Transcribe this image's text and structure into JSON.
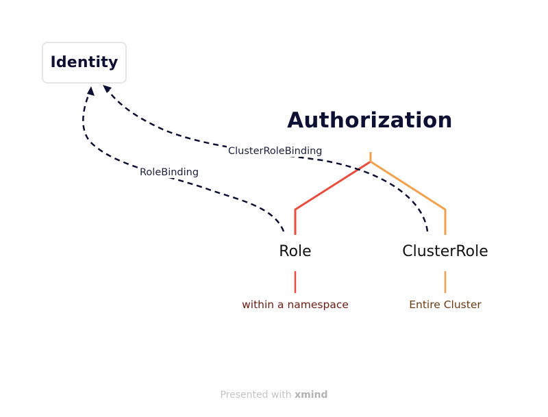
{
  "diagram": {
    "central_topic": "Authorization",
    "identity": "Identity",
    "topics": [
      {
        "label": "Role",
        "detail": "within a namespace",
        "color": "#e94b3c"
      },
      {
        "label": "ClusterRole",
        "detail": "Entire Cluster",
        "color": "#f2a04b"
      }
    ],
    "relationships": [
      {
        "label": "ClusterRoleBinding",
        "from": "ClusterRole",
        "to": "Identity"
      },
      {
        "label": "RoleBinding",
        "from": "Role",
        "to": "Identity"
      }
    ]
  },
  "footer": {
    "prefix": "Presented with",
    "brand": "xmind"
  },
  "colors": {
    "dark": "#0e1033",
    "role_branch": "#e94b3c",
    "clusterrole_branch": "#f2a04b",
    "relationship_line": "#0e1033"
  }
}
